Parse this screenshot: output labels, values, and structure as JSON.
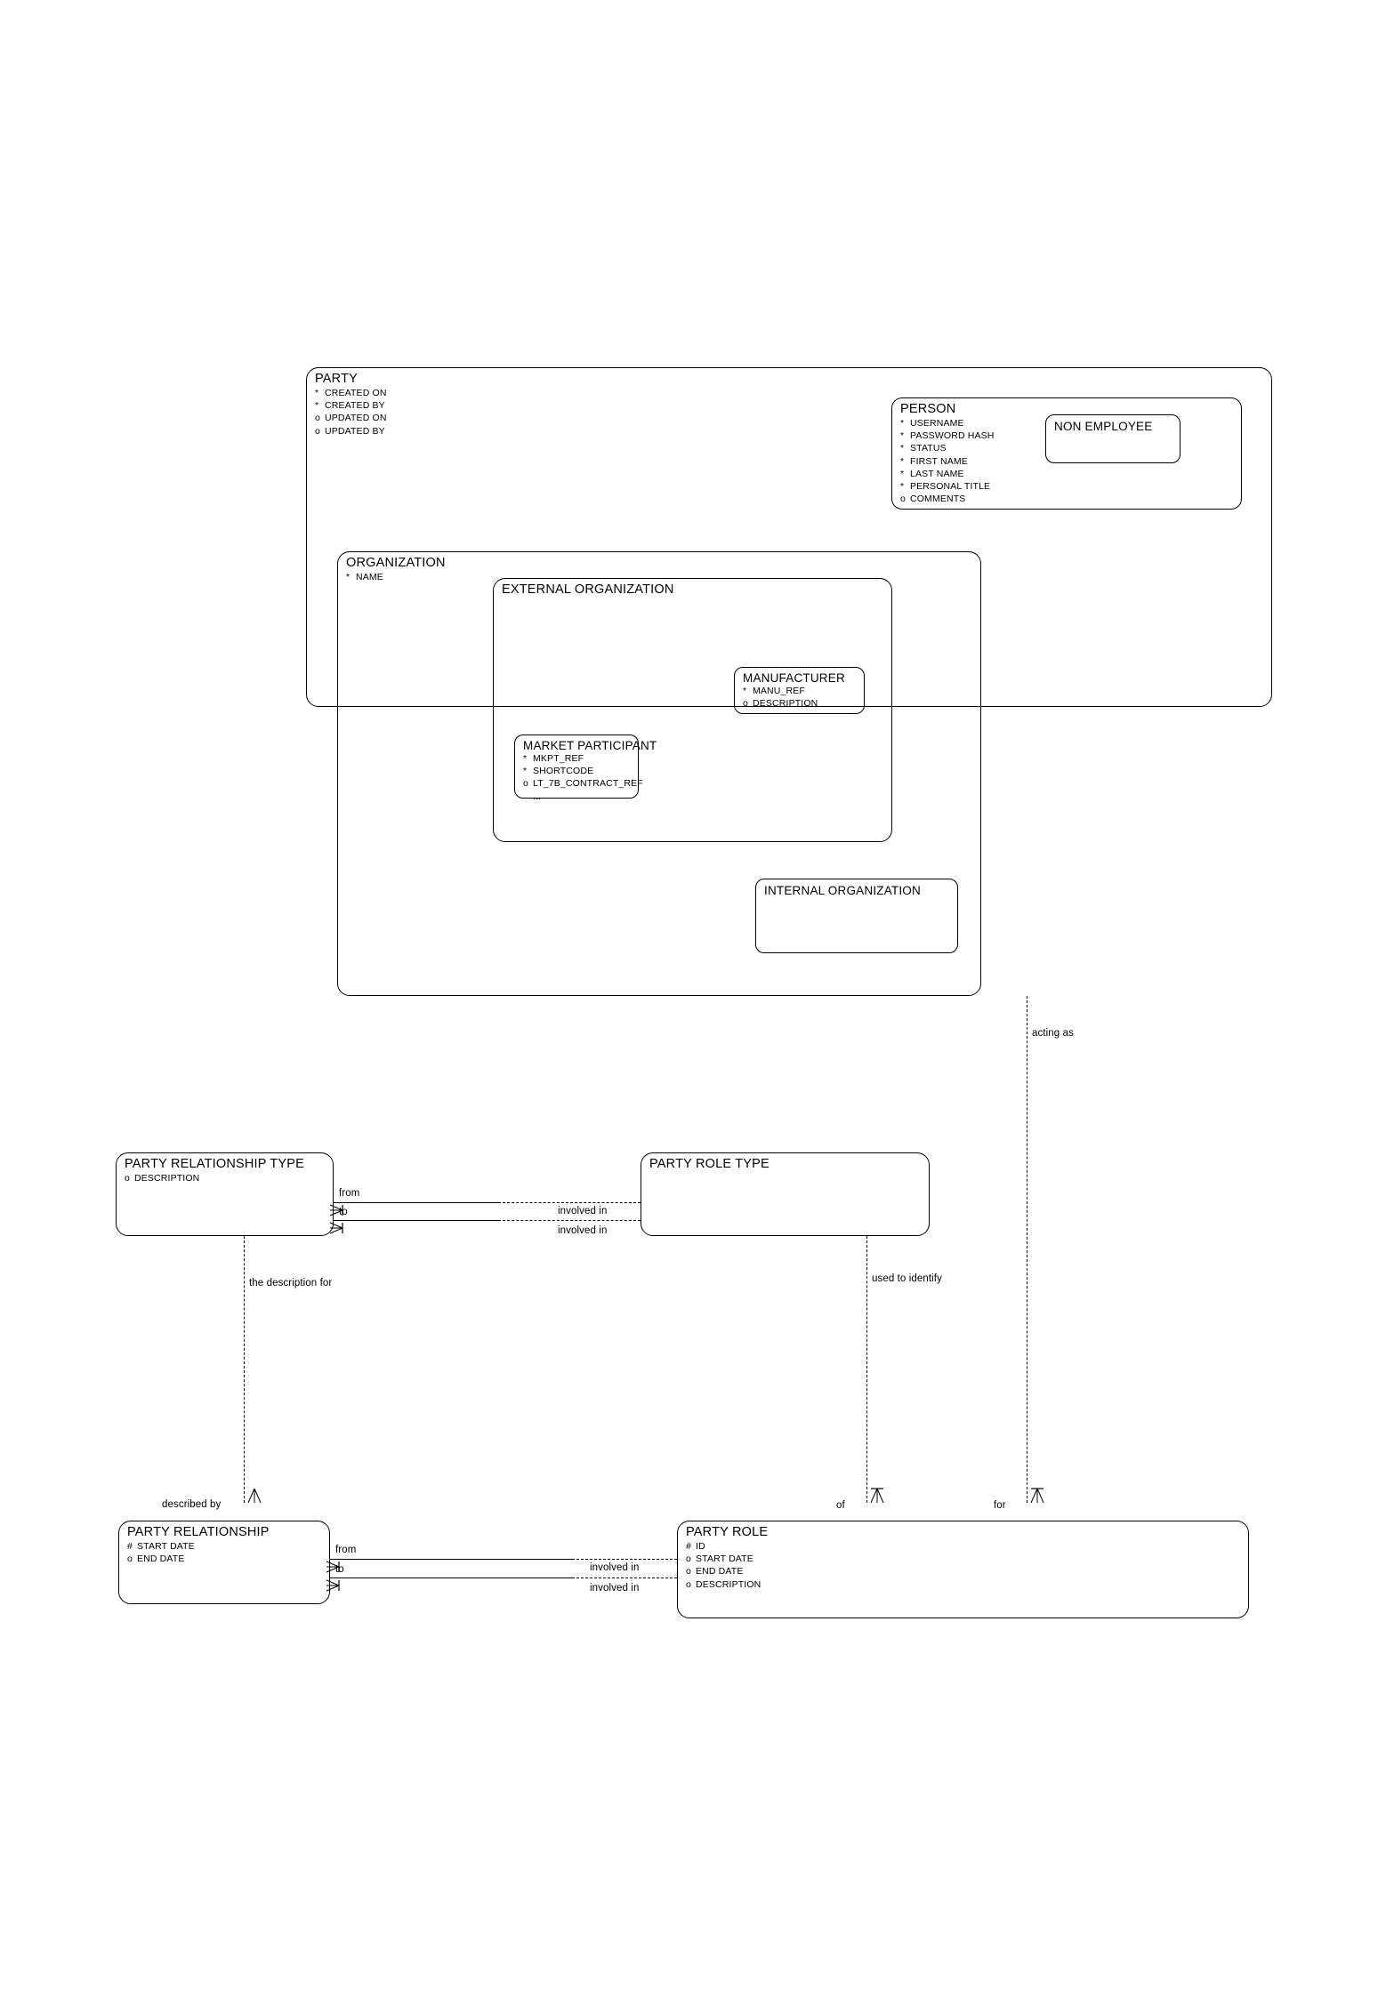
{
  "diagram": {
    "notation": "barker-er",
    "title_visible": false,
    "stroke_color": "#000000",
    "background_color": "#ffffff"
  },
  "entities": {
    "party": {
      "name": "PARTY",
      "attributes": [
        {
          "marker": "*",
          "label": "CREATED ON"
        },
        {
          "marker": "*",
          "label": "CREATED BY"
        },
        {
          "marker": "o",
          "label": "UPDATED ON"
        },
        {
          "marker": "o",
          "label": "UPDATED BY"
        }
      ]
    },
    "person": {
      "name": "PERSON",
      "attributes": [
        {
          "marker": "*",
          "label": "USERNAME"
        },
        {
          "marker": "*",
          "label": "PASSWORD HASH"
        },
        {
          "marker": "*",
          "label": "STATUS"
        },
        {
          "marker": "*",
          "label": "FIRST NAME"
        },
        {
          "marker": "*",
          "label": "LAST NAME"
        },
        {
          "marker": "*",
          "label": "PERSONAL TITLE"
        },
        {
          "marker": "o",
          "label": "COMMENTS"
        }
      ]
    },
    "non_employee": {
      "name": "NON EMPLOYEE",
      "attributes": []
    },
    "organization": {
      "name": "ORGANIZATION",
      "attributes": [
        {
          "marker": "*",
          "label": "NAME"
        }
      ]
    },
    "external_organization": {
      "name": "EXTERNAL ORGANIZATION",
      "attributes": []
    },
    "manufacturer": {
      "name": "MANUFACTURER",
      "attributes": [
        {
          "marker": "*",
          "label": "MANU_REF"
        },
        {
          "marker": "o",
          "label": "DESCRIPTION"
        }
      ]
    },
    "market_participant": {
      "name": "MARKET PARTICIPANT",
      "attributes": [
        {
          "marker": "*",
          "label": "MKPT_REF"
        },
        {
          "marker": "*",
          "label": "SHORTCODE"
        },
        {
          "marker": "o",
          "label": "LT_7B_CONTRACT_REF"
        },
        {
          "marker": "",
          "label": "..."
        }
      ]
    },
    "internal_organization": {
      "name": "INTERNAL ORGANIZATION",
      "attributes": []
    },
    "party_relationship_type": {
      "name": "PARTY RELATIONSHIP TYPE",
      "attributes": [
        {
          "marker": "o",
          "label": "DESCRIPTION"
        }
      ]
    },
    "party_role_type": {
      "name": "PARTY ROLE TYPE",
      "attributes": []
    },
    "party_relationship": {
      "name": "PARTY RELATIONSHIP",
      "attributes": [
        {
          "marker": "#",
          "label": "START DATE"
        },
        {
          "marker": "o",
          "label": "END DATE"
        }
      ]
    },
    "party_role": {
      "name": "PARTY ROLE",
      "attributes": [
        {
          "marker": "#",
          "label": "ID"
        },
        {
          "marker": "o",
          "label": "START DATE"
        },
        {
          "marker": "o",
          "label": "END DATE"
        },
        {
          "marker": "o",
          "label": "DESCRIPTION"
        }
      ]
    }
  },
  "relationship_labels": {
    "acting_as": "acting as",
    "prt_from": "from",
    "prt_to": "to",
    "prt_involved_in_1": "involved in",
    "prt_involved_in_2": "involved in",
    "the_description_for": "the description for",
    "used_to_identify": "used to identify",
    "described_by": "described by",
    "of": "of",
    "for": "for",
    "pr_from": "from",
    "pr_to": "to",
    "pr_involved_in_1": "involved in",
    "pr_involved_in_2": "involved in"
  }
}
